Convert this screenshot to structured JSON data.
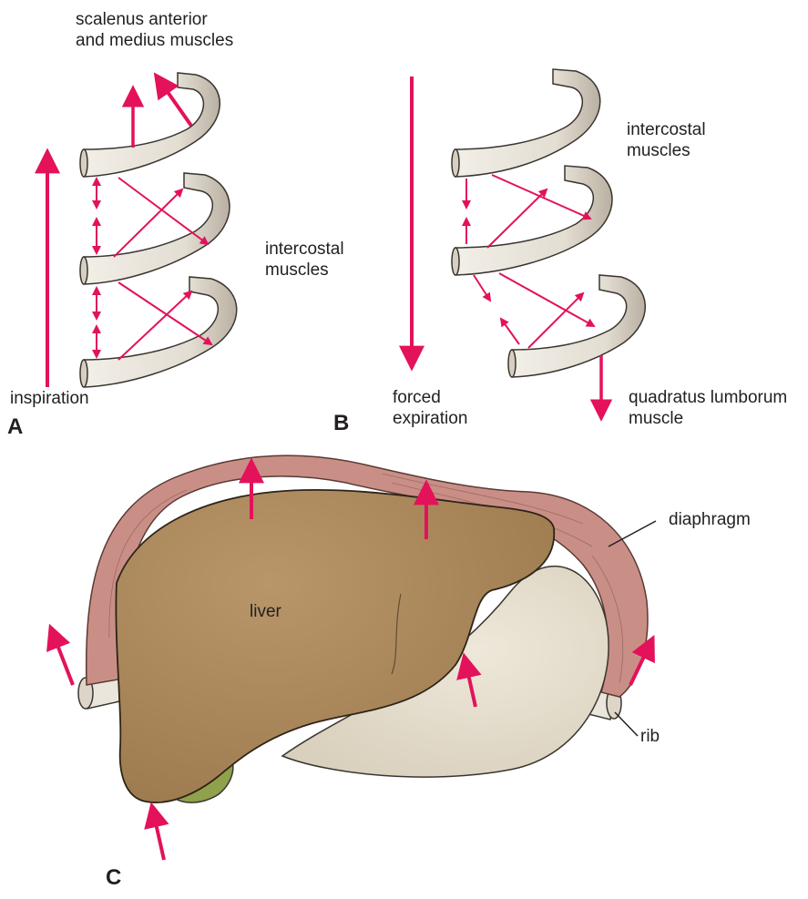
{
  "panels": {
    "a": "A",
    "b": "B",
    "c": "C"
  },
  "labels": {
    "scalenus_line1": "scalenus anterior",
    "scalenus_line2": "and medius muscles",
    "intercostal_a_line1": "intercostal",
    "intercostal_a_line2": "muscles",
    "inspiration": "inspiration",
    "intercostal_b_line1": "intercostal",
    "intercostal_b_line2": "muscles",
    "forced_line1": "forced",
    "forced_line2": "expiration",
    "quadratus_line1": "quadratus lumborum",
    "quadratus_line2": "muscle",
    "diaphragm": "diaphragm",
    "liver": "liver",
    "rib": "rib"
  },
  "colors": {
    "arrow": "#e3125a",
    "rib_fill": "#e7e2d8",
    "rib_stroke": "#3a3530",
    "diaphragm": "#c98f86",
    "liver": "#a88558",
    "stomach": "#e4ddcc",
    "gallbladder": "#8fa14a",
    "text": "#231f20"
  }
}
